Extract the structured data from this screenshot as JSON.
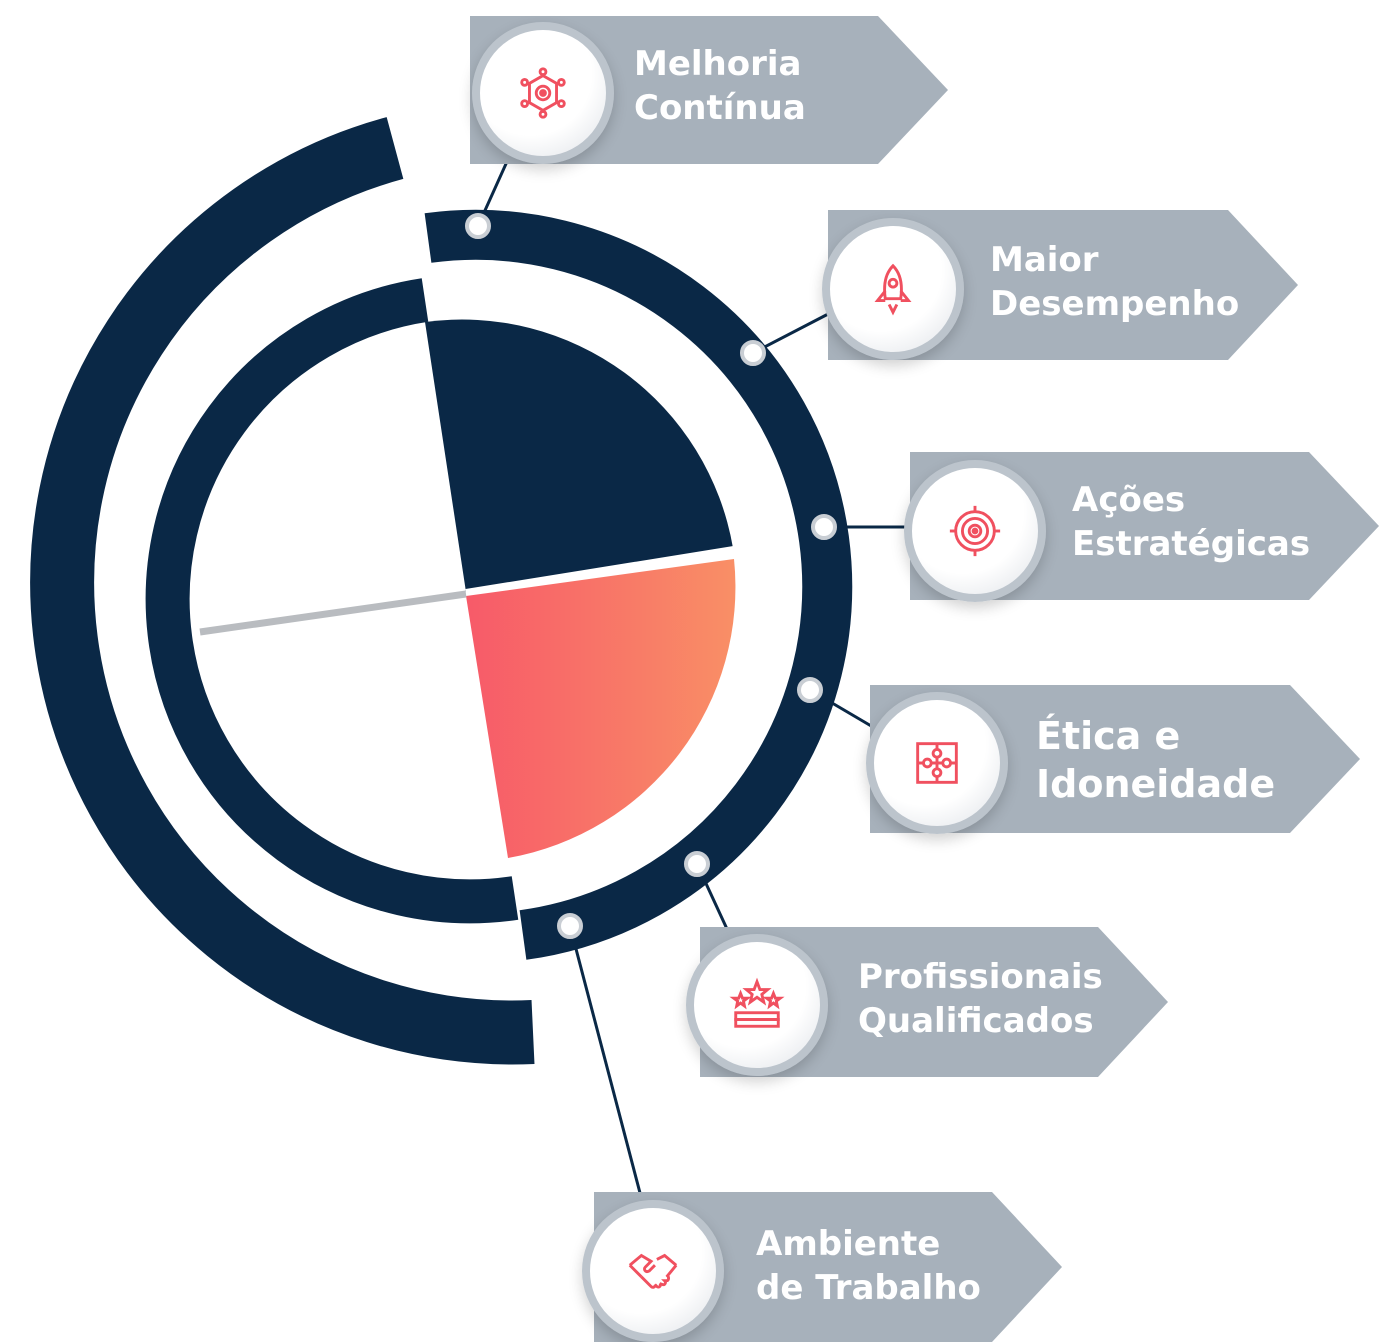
{
  "colors": {
    "navy": "#0a2846",
    "tag_gray": "#a7b1bb",
    "accent_red": "#f0505f",
    "gradient_start": "#f75a69",
    "gradient_end": "#f98f66",
    "divider_gray": "#b9bcc0"
  },
  "items": [
    {
      "line1": "Melhoria",
      "line2": "Contínua",
      "icon": "gear-network-icon"
    },
    {
      "line1": "Maior",
      "line2": "Desempenho",
      "icon": "rocket-icon"
    },
    {
      "line1": "Ações",
      "line2": "Estratégicas",
      "icon": "target-icon"
    },
    {
      "line1": "Ética e",
      "line2": "Idoneidade",
      "icon": "puzzle-icon"
    },
    {
      "line1": "Profissionais",
      "line2": "Qualificados",
      "icon": "stars-podium-icon"
    },
    {
      "line1": "Ambiente",
      "line2": "de Trabalho",
      "icon": "handshake-icon"
    }
  ]
}
